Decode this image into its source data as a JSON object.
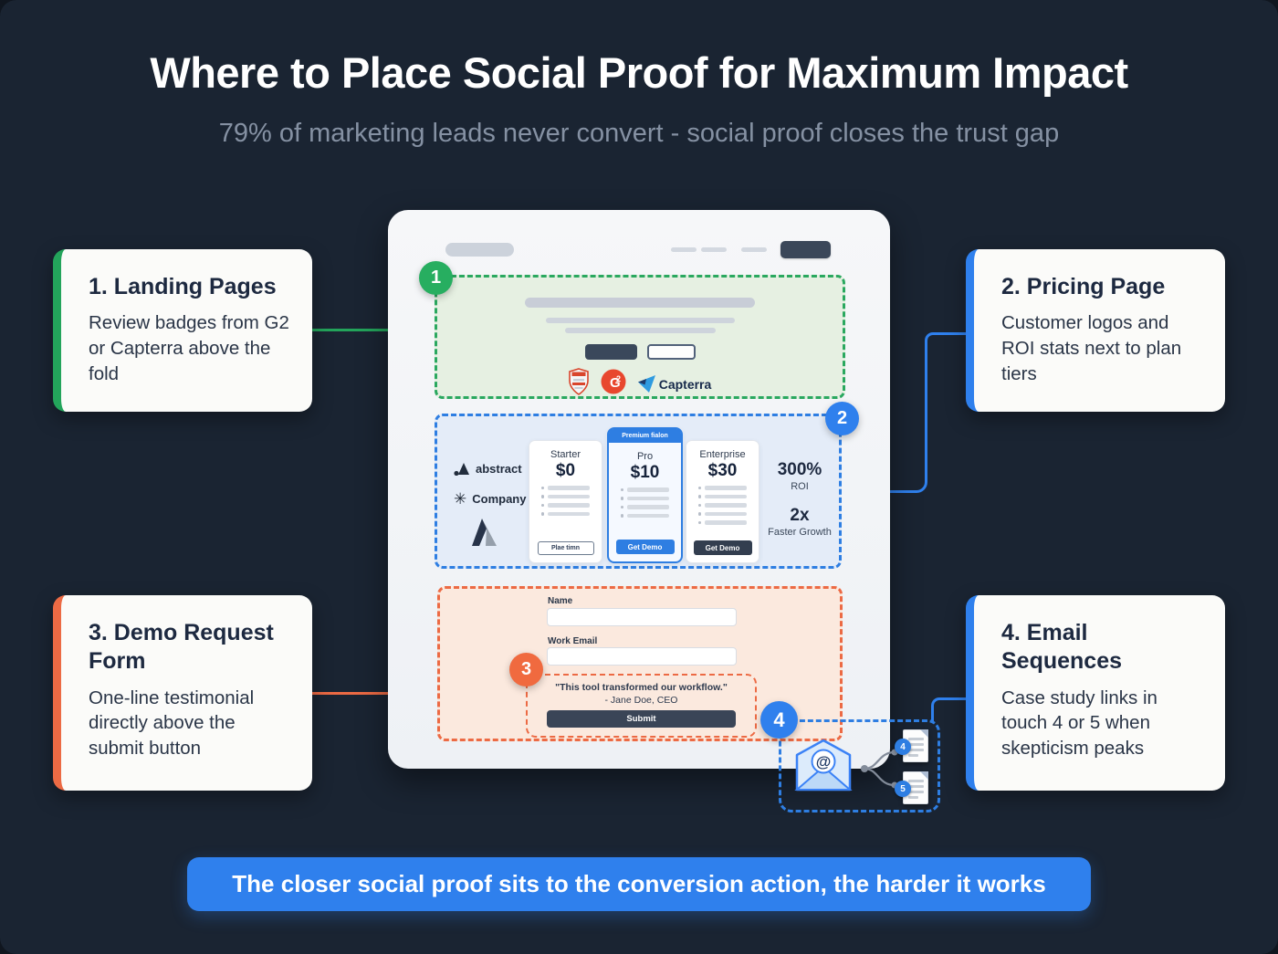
{
  "header": {
    "title": "Where to Place Social Proof for Maximum Impact",
    "subtitle": "79% of marketing leads never convert - social proof closes the trust gap"
  },
  "callouts": [
    {
      "number": "1",
      "title": "1. Landing Pages",
      "body": "Review badges from G2 or Capterra above the fold",
      "accent": "#23a45b"
    },
    {
      "number": "2",
      "title": "2. Pricing Page",
      "body": "Customer logos and ROI stats next to plan tiers",
      "accent": "#2f80ed"
    },
    {
      "number": "3",
      "title": "3. Demo Request Form",
      "body": "One-line testimonial directly above the submit button",
      "accent": "#ec6a44"
    },
    {
      "number": "4",
      "title": "4. Email Sequences",
      "body": "Case study links in touch 4 or 5 when skepticism peaks",
      "accent": "#2f80ed"
    }
  ],
  "mockup": {
    "zone1": {
      "badge": "1",
      "capterra_label": "Capterra"
    },
    "zone2": {
      "badge": "2",
      "logos": [
        {
          "name": "abstract"
        },
        {
          "name": "Company"
        }
      ],
      "plans": [
        {
          "name": "Starter",
          "price": "$0",
          "button": "Plae timn"
        },
        {
          "name": "Pro",
          "price": "$10",
          "button": "Get Demo",
          "banner": "Premium fialon"
        },
        {
          "name": "Enterprise",
          "price": "$30",
          "button": "Get Demo"
        }
      ],
      "stats": [
        {
          "value": "300%",
          "label": "ROI"
        },
        {
          "value": "2x",
          "label": "Faster Growth"
        }
      ]
    },
    "zone3": {
      "badge": "3",
      "fields": [
        {
          "label": "Name"
        },
        {
          "label": "Work Email"
        }
      ],
      "testimonial_quote": "\"This tool transformed our workflow.\"",
      "testimonial_author": "- Jane Doe, CEO",
      "submit_label": "Submit"
    },
    "zone4": {
      "badge": "4",
      "docs": [
        {
          "badge": "4"
        },
        {
          "badge": "5"
        }
      ]
    }
  },
  "footer": {
    "banner": "The closer social proof sits to the conversion action, the harder it works"
  },
  "icons": {
    "openai_flower_glyph": "✳"
  },
  "colors": {
    "background": "#1a2432",
    "green": "#23a45b",
    "blue": "#2f80ed",
    "orange": "#ec6a44",
    "g2_red": "#e8472e",
    "capterra_blue": "#2f9be0",
    "dark_button": "#3a4557",
    "card_bg": "#fbfbf9"
  }
}
